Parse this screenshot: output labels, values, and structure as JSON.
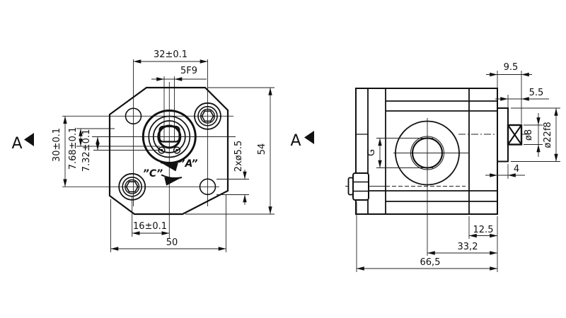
{
  "front": {
    "marker": "A",
    "rotation": {
      "cw": "”A”",
      "ccw": "”C”"
    },
    "dims": {
      "top_width": "32±0.1",
      "keyway": "5F9",
      "left_height": "30±0.1",
      "offset_a": "7.68±0.1",
      "offset_b": "7.32±0.1",
      "bottom_offset": "16±0.1",
      "total_width": "50",
      "total_height": "54",
      "holes": "2xø5.5"
    }
  },
  "side": {
    "marker": "A",
    "dims": {
      "shaft_len": "9.5",
      "key_len": "5.5",
      "shaft_dia": "ø8",
      "boss_dia": "ø22f8",
      "boss_len": "4",
      "port_thread": "G",
      "rear_depth": "12.5",
      "port_pos": "33,2",
      "total_len": "66,5"
    }
  }
}
